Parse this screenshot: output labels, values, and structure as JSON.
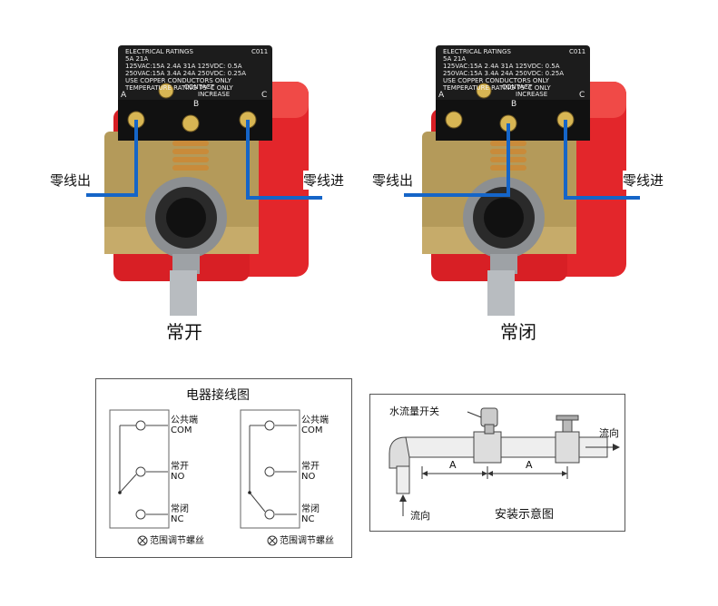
{
  "switch_left": {
    "caption": "常开",
    "wire_out": "零线出",
    "wire_in": "零线进"
  },
  "switch_right": {
    "caption": "常闭",
    "wire_out": "零线出",
    "wire_in": "零线进"
  },
  "device_labels": {
    "rating_header": "ELECTRICAL RATINGS",
    "model": "C011",
    "lines": [
      "5A        21A",
      "125VAC:15A 2.4A 31A 125VDC: 0.5A",
      "250VAC:15A 3.4A 24A 250VDC: 0.25A",
      "USE COPPER CONDUCTORS ONLY",
      "TEMPERATURE RATING 75°C ONLY"
    ],
    "contact": "CONTACT",
    "increase": "INCREASE",
    "terminal_a": "A",
    "terminal_b": "B",
    "terminal_c": "C"
  },
  "wiring_diagram": {
    "title": "电器接线图",
    "com_cn": "公共端",
    "com": "COM",
    "no_cn": "常开",
    "no": "NO",
    "nc_cn": "常闭",
    "nc": "NC",
    "note": "范围调节螺丝"
  },
  "install_diagram": {
    "title": "安装示意图",
    "switch_label": "水流量开关",
    "flow_right": "流向",
    "flow_bottom": "流向",
    "dim_a1": "A",
    "dim_a2": "A"
  },
  "colors": {
    "wire_blue": "#1565c8",
    "housing_red": "#e3262b",
    "terminal_block": "#1c1c1c"
  }
}
